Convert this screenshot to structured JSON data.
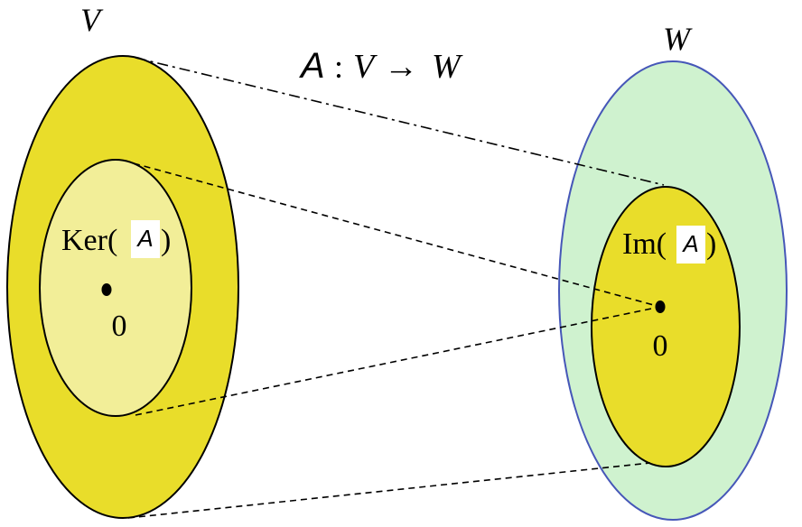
{
  "title": {
    "map_symbol": "A",
    "colon": ":",
    "domain": "V",
    "arrow": "→",
    "codomain": "W"
  },
  "left_space": {
    "name": "V",
    "subspace_label_prefix": "Ker(",
    "subspace_label_symbol": "A",
    "subspace_label_suffix": ")",
    "zero_label": "0"
  },
  "right_space": {
    "name": "W",
    "subspace_label_prefix": "Im(",
    "subspace_label_symbol": "A",
    "subspace_label_suffix": ")",
    "zero_label": "0"
  },
  "colors": {
    "V_fill": "#e9dd2a",
    "ker_fill": "#f2ee98",
    "W_fill": "#cff2cf",
    "W_stroke": "#4657b8",
    "Im_fill": "#e9dd2a",
    "outline": "#000000"
  }
}
